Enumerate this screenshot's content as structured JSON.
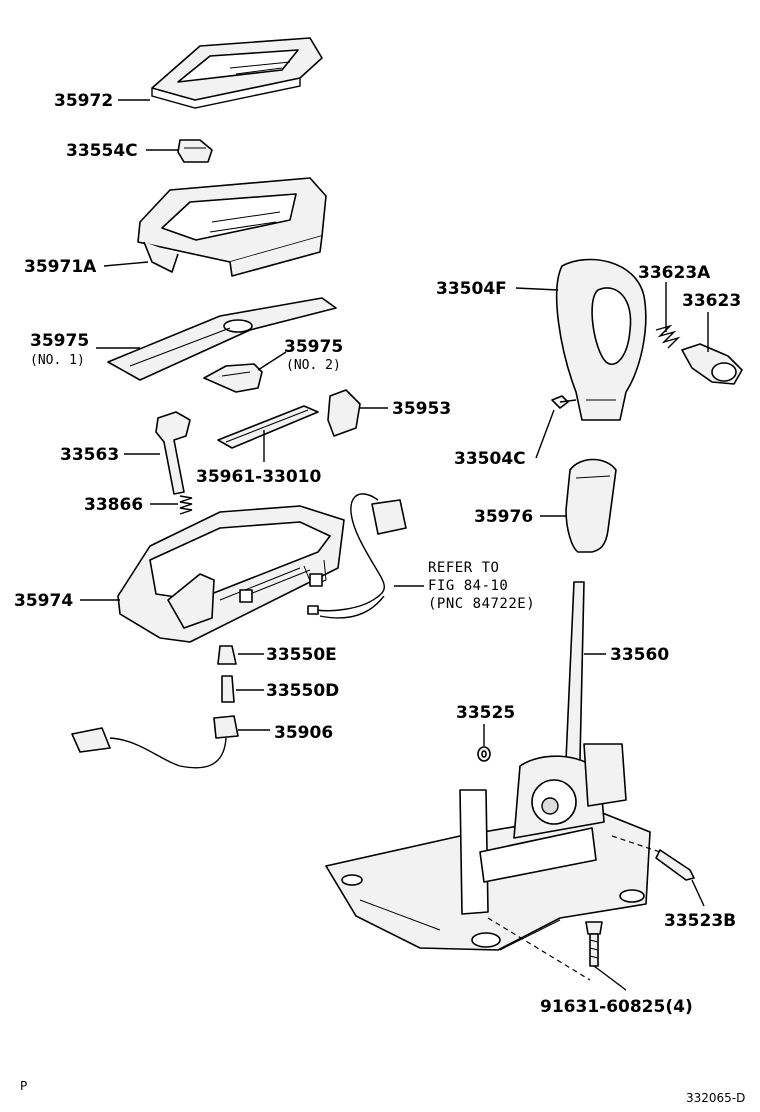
{
  "diagram": {
    "callouts": {
      "p35972": "35972",
      "p33554c": "33554C",
      "p35971a": "35971A",
      "p35975_no1": "35975",
      "p35975_no1_note": "(NO. 1)",
      "p35975_no2": "35975",
      "p35975_no2_note": "(NO. 2)",
      "p35953": "35953",
      "p33563": "33563",
      "p35961": "35961-33010",
      "p33866": "33866",
      "p35974": "35974",
      "p33550e": "33550E",
      "p33550d": "33550D",
      "p35906": "35906",
      "p33504f": "33504F",
      "p33623a": "33623A",
      "p33623": "33623",
      "p33504c": "33504C",
      "p35976": "35976",
      "p33560": "33560",
      "p33525": "33525",
      "p33523b": "33523B",
      "p91631": "91631-60825(4)"
    },
    "reference_note": {
      "line1": "REFER TO",
      "line2": "FIG 84-10",
      "line3": "(PNC 84722E)"
    },
    "footer": {
      "left_mark": "P",
      "figure_code": "332065-D"
    }
  }
}
